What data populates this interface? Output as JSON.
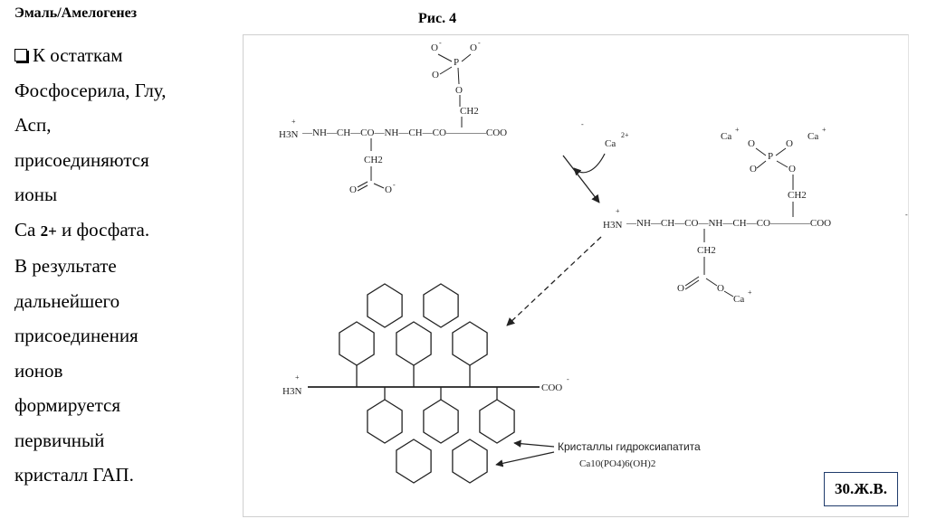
{
  "header": {
    "title": "Эмаль/Амелогенез",
    "figure_label": "Рис. 4"
  },
  "text_lines": [
    "К остаткам",
    "Фосфосерила, Глу,",
    "Асп,",
    "присоединяются",
    "ионы",
    "и фосфата.",
    "В результате",
    "дальнейшего",
    "присоединения",
    "ионов",
    "формируется",
    "первичный",
    "кристалл ГАП."
  ],
  "ca_prefix": "Са",
  "ca_charge": "2+",
  "diagram": {
    "chain_left": "—NH—CH—CO—NH—CH—CO————COO",
    "chain_right": "—NH—CH—CO—NH—CH—CO————COO",
    "crystal_label_line1": "Кристаллы гидроксиапатита",
    "crystal_label_line2": "Ca10(PO4)6(OH)2",
    "ca_ion": "Ca",
    "ca_ion_charge": "2+",
    "ca_plus": "Ca",
    "amine": "H3N",
    "coo": "COO",
    "ch2": "CH2"
  },
  "signature": "30.Ж.В."
}
